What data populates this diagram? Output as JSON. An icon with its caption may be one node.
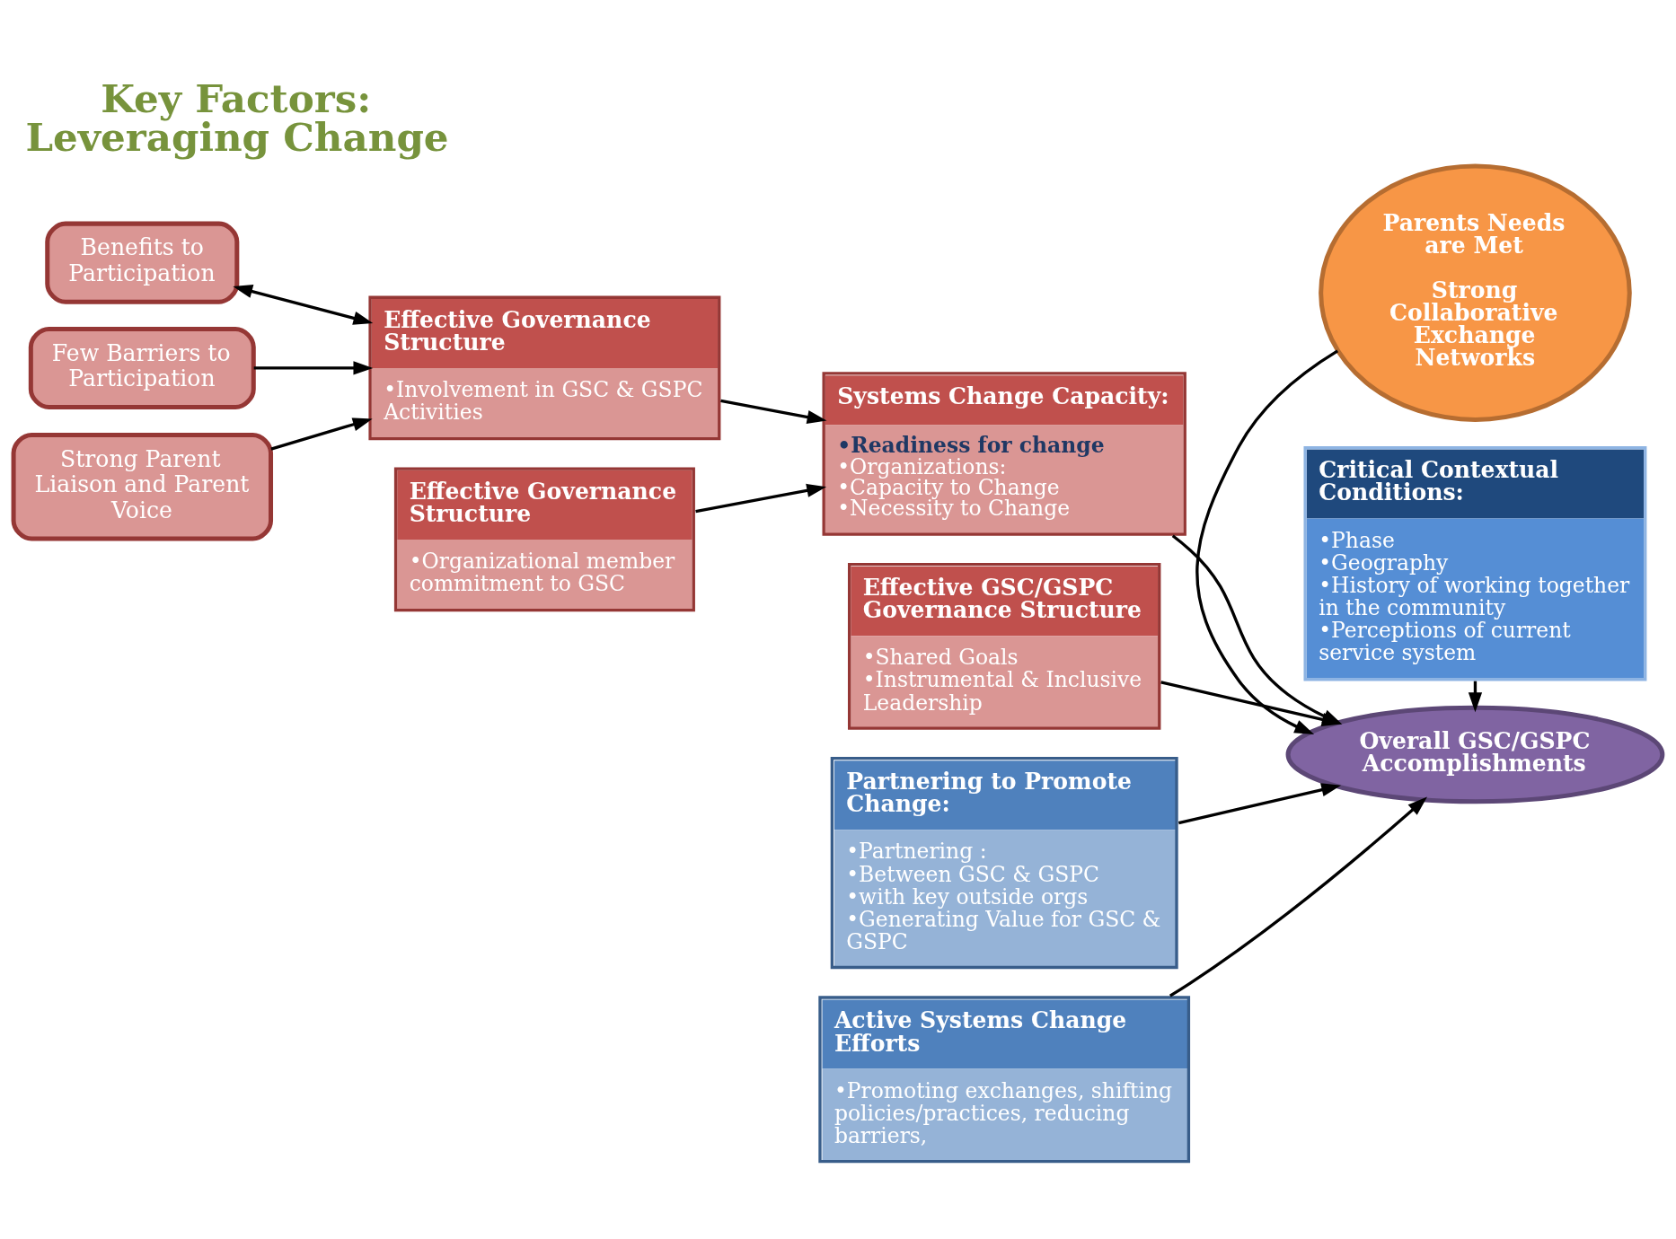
{
  "diagram": {
    "title": "Key Factors: Leveraging Change",
    "nodes": [
      {
        "text": [
          "Benefits to Participation"
        ]
      },
      {
        "text": [
          "Few Barriers to Participation"
        ]
      },
      {
        "text": [
          "Strong Parent Liaison and Parent Voice"
        ]
      },
      {
        "text": [
          "Effective Governance Structure",
          "•Involvement in GSC & GSPC Activities"
        ]
      },
      {
        "text": [
          "Effective Governance Structure",
          "•Organizational member commitment to GSC"
        ]
      },
      {
        "text": [
          "Effective GSC/GSPC Governance Structure",
          "•Shared Goals",
          "•Instrumental & Inclusive Leadership"
        ]
      },
      {
        "text": [
          "Systems Change Capacity:",
          "•Readiness for change",
          "•Organizations:",
          "•Capacity to Change",
          "•Necessity to Change"
        ]
      },
      {
        "text": [
          "Partnering to Promote Change:",
          "•Partnering :",
          "•Between GSC & GSPC",
          "•with key outside orgs",
          "•Generating Value for GSC & GSPC"
        ]
      },
      {
        "text": [
          "Active Systems Change Efforts",
          "•Promoting exchanges, shifting policies/practices, reducing barriers,"
        ]
      },
      {
        "text": [
          "Parents Needs are Met",
          "Strong Collaborative Exchange Networks"
        ]
      },
      {
        "text": [
          "Overall GSC/GSPC Accomplishments"
        ]
      },
      {
        "text": [
          "Critical Contextual Conditions:",
          "•Phase",
          "•Geography",
          "•History of working together in the community",
          "•Perceptions of current service system"
        ]
      }
    ],
    "edges": [
      {
        "from": 0,
        "to": 3,
        "arrow": "both"
      },
      {
        "from": 1,
        "to": 3,
        "arrow": "to"
      },
      {
        "from": 2,
        "to": 3,
        "arrow": "to"
      },
      {
        "from": 3,
        "to": 6,
        "arrow": "to"
      },
      {
        "from": 4,
        "to": 6,
        "arrow": "to"
      },
      {
        "from": 5,
        "to": 10,
        "arrow": "to"
      },
      {
        "from": 6,
        "to": 10,
        "arrow": "to"
      },
      {
        "from": 7,
        "to": 10,
        "arrow": "to"
      },
      {
        "from": 8,
        "to": 10,
        "arrow": "to"
      },
      {
        "from": 9,
        "to": 10,
        "arrow": "to"
      },
      {
        "from": 11,
        "to": 10,
        "arrow": "to"
      }
    ]
  }
}
